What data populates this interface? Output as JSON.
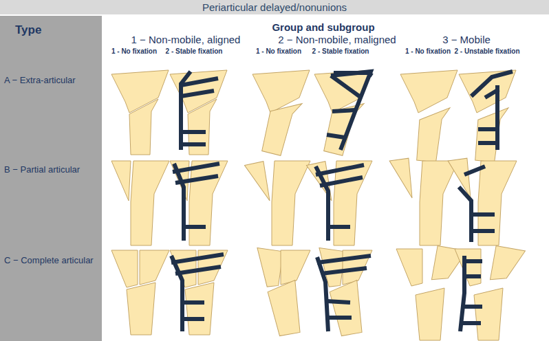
{
  "diagram": {
    "title": "Periarticular delayed/nonunions",
    "labels": [
      "Type",
      "Group and subgroup",
      "1 − Non-mobile, aligned",
      "1 - No fixation",
      "2 - Stable fixation",
      "2 − Non-mobile, maligned",
      "1 - No fixation",
      "2 - Stable fixation",
      "3 − Mobile",
      "1 - No fixation",
      "2 - Unstable fixation",
      "A − Extra-articular",
      "B − Partial articular",
      "C − Complete articular"
    ]
  }
}
